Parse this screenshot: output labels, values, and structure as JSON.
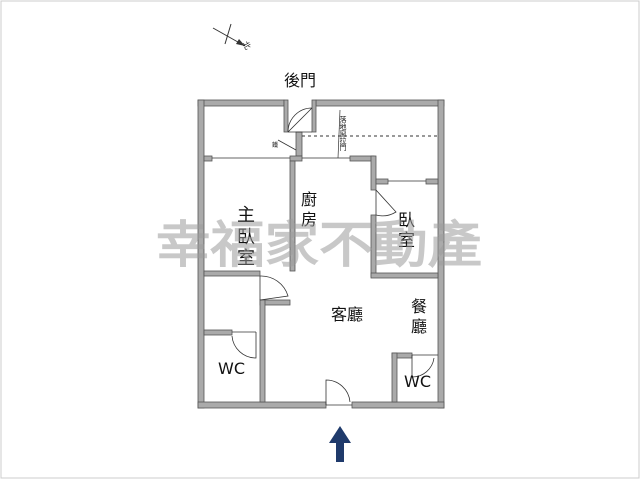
{
  "compass": {
    "north_label": "北",
    "icon": "north-arrow-icon"
  },
  "labels": {
    "back_door": "後門",
    "master_bedroom": "主臥室",
    "kitchen": "廚房",
    "bedroom": "臥室",
    "living_room": "客廳",
    "dining_room": "餐廳",
    "wc_left": "WC",
    "wc_right": "WC",
    "sliding_door": "落地窗拉門",
    "small_note": "鐵"
  },
  "watermark": "幸福家不動產",
  "entrance": {
    "icon": "entrance-arrow-icon",
    "color": "#1f3a6b"
  },
  "colors": {
    "wall": "#aaaaaa",
    "wall_outline": "#555555",
    "line": "#333333"
  }
}
